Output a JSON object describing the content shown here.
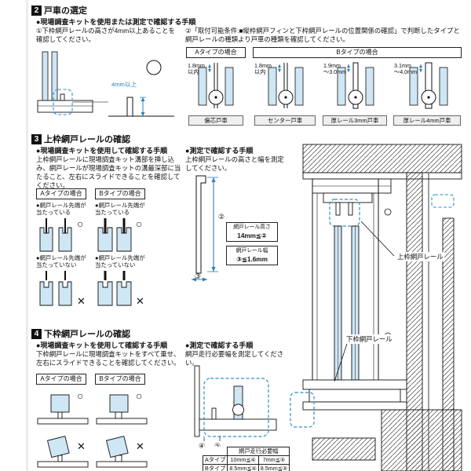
{
  "colors": {
    "accent_blue": "#2e8fcc",
    "glass_blue": "#cfe6f4",
    "line": "#111111"
  },
  "marks": {
    "ok": "○",
    "ng": "✕"
  },
  "section2": {
    "number": "2",
    "title": "戸車の選定",
    "kit_heading": "●現場調査キットを使用または測定で確認する手順",
    "step1": "①下枠網戸レールの高さが4mm以上あることを\n確認してください。",
    "step2": "②「取付可能条件:■縦枠網戸フィンと下枠網戸レールの位置関係の確認」で判断したタイプと\n網戸レールの種類より戸車の種類を確認してください。",
    "dim_note": "4mm以上",
    "type_a": "Aタイプの場合",
    "type_b": "Bタイプの場合",
    "rollers": [
      {
        "dim": "1.8mm\n以内",
        "name": "偏芯戸車"
      },
      {
        "dim": "1.8mm\n以内",
        "name": "センター戸車"
      },
      {
        "dim": "1.9mm\n〜3.0mm",
        "name": "厚レール3mm戸車"
      },
      {
        "dim": "3.1mm\n〜4.0mm",
        "name": "厚レール4mm戸車"
      }
    ]
  },
  "section3": {
    "number": "3",
    "title": "上枠網戸レールの確認",
    "kit_heading": "●現場調査キットを使用して確認する手順",
    "kit_text": "上枠網戸レールに現場調査キット溝部を挿し込み、網戸レールが現場調査キットの溝最深部に当たること、左右にスライドできることを確認してください。",
    "type_a": "Aタイプの場合",
    "type_b": "Bタイプの場合",
    "touching": "●網戸レール先端が\n当たっている",
    "not_touching": "●網戸レール先端が\n当たっていない",
    "measure_heading": "●測定で確認する手順",
    "measure_text": "上枠網戸レールの高さと幅を測定してください。",
    "rail_height_label": "網戸レール高さ",
    "rail_height_value": "14mm≦②",
    "rail_width_label": "網戸レール幅",
    "rail_width_value": "③≦1.6mm",
    "num2": "②",
    "num3": "③",
    "upper_rail_label": "上枠網戸レール",
    "lower_rail_label": "下枠網戸レール"
  },
  "section4": {
    "number": "4",
    "title": "下枠網戸レールの確認",
    "kit_heading": "●現場調査キットを使用して確認する手順",
    "kit_text": "下枠網戸レールに現場調査キットをすべて乗せ、左右にスライドできることを確認してください。",
    "type_a": "Aタイプの場合",
    "type_b": "Bタイプの場合",
    "measure_heading": "●測定で確認する手順",
    "measure_text": "網戸走行必要幅を測定してください。",
    "num4": "④",
    "num5": "⑤",
    "table": {
      "title": "網戸走行必要幅",
      "rows": [
        {
          "type": "Aタイプ",
          "c1": "10mm≦④",
          "c2": "7mm≦⑤"
        },
        {
          "type": "Bタイプ",
          "c1": "8.5mm≦④",
          "c2": "8.5mm≦⑤"
        }
      ]
    }
  }
}
